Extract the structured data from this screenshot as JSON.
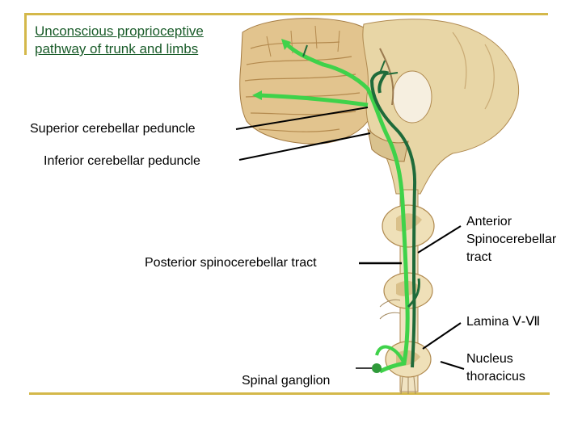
{
  "title": {
    "line1": "Unconscious proprioceptive",
    "line2": "pathway  of trunk and limbs"
  },
  "labels": {
    "superior_peduncle": "Superior cerebellar peduncle",
    "inferior_peduncle": "Inferior cerebellar peduncle",
    "posterior_tract": "Posterior spinocerebellar tract",
    "anterior_line1": "Anterior",
    "anterior_line2": "Spinocerebellar",
    "anterior_line3": "tract",
    "lamina": "Lamina Ⅴ-Ⅶ",
    "spinal_ganglion": "Spinal  ganglion",
    "nucleus_line1": "Nucleus",
    "nucleus_line2": "thoracicus"
  },
  "colors": {
    "frame": "#d4b84a",
    "title": "#1a5c2a",
    "tract_light": "#3fd24a",
    "tract_dark": "#1f6b3a",
    "tissue": "#e9d6a8",
    "tissue_dark": "#c9a86a"
  }
}
